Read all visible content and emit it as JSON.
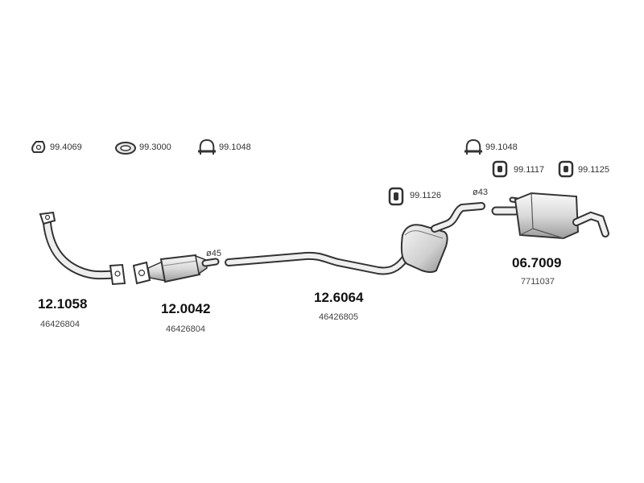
{
  "hardware": [
    {
      "key": "ring_gasket",
      "code": "99.4069",
      "icon": "triangle-gasket-icon"
    },
    {
      "key": "flange_gasket",
      "code": "99.3000",
      "icon": "ring-gasket-icon"
    },
    {
      "key": "clamp_front",
      "code": "99.1048",
      "icon": "u-clamp-icon"
    },
    {
      "key": "clamp_rear",
      "code": "99.1048",
      "icon": "u-clamp-icon"
    },
    {
      "key": "hanger_1117",
      "code": "99.1117",
      "icon": "rubber-hanger-icon"
    },
    {
      "key": "hanger_1125",
      "code": "99.1125",
      "icon": "rubber-hanger-icon"
    },
    {
      "key": "hanger_1126",
      "code": "99.1126",
      "icon": "rubber-hanger-icon"
    }
  ],
  "diameters": {
    "d45": "ø45",
    "d43": "ø43"
  },
  "parts": [
    {
      "key": "front_pipe",
      "code": "12.1058",
      "oem": "46426804"
    },
    {
      "key": "catalyst",
      "code": "12.0042",
      "oem": "46426804"
    },
    {
      "key": "centre_silencer",
      "code": "12.6064",
      "oem": "46426805"
    },
    {
      "key": "rear_silencer",
      "code": "06.7009",
      "oem": "7711037"
    }
  ],
  "colors": {
    "stroke": "#333333",
    "fill_light": "#f2f2f2",
    "fill_mid": "#d6d6d6",
    "fill_dark": "#9a9a9a"
  }
}
